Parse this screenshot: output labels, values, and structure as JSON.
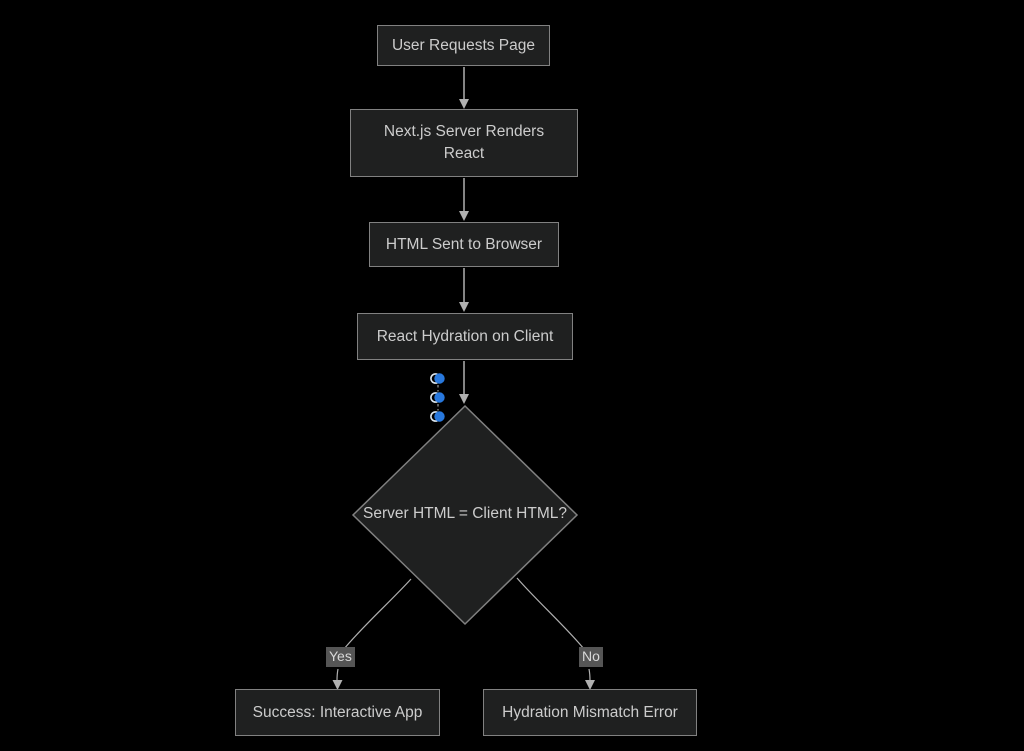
{
  "canvas": {
    "background": "#000000"
  },
  "flowchart": {
    "direction": "top-down",
    "nodes": [
      {
        "id": "user-requests-page",
        "shape": "rectangle",
        "label": "User Requests Page"
      },
      {
        "id": "nextjs-server-renders-react",
        "shape": "rectangle",
        "label": "Next.js Server Renders React",
        "lines": [
          "Next.js Server Renders",
          "React"
        ]
      },
      {
        "id": "html-sent-to-browser",
        "shape": "rectangle",
        "label": "HTML Sent to Browser"
      },
      {
        "id": "react-hydration-on-client",
        "shape": "rectangle",
        "label": "React Hydration on Client"
      },
      {
        "id": "server-html-equals-client-html",
        "shape": "diamond",
        "label": "Server HTML = Client HTML?"
      },
      {
        "id": "success-interactive-app",
        "shape": "rectangle",
        "label": "Success: Interactive App"
      },
      {
        "id": "hydration-mismatch-error",
        "shape": "rectangle",
        "label": "Hydration Mismatch Error"
      }
    ],
    "edges": [
      {
        "from": "user-requests-page",
        "to": "nextjs-server-renders-react",
        "label": ""
      },
      {
        "from": "nextjs-server-renders-react",
        "to": "html-sent-to-browser",
        "label": ""
      },
      {
        "from": "html-sent-to-browser",
        "to": "react-hydration-on-client",
        "label": ""
      },
      {
        "from": "react-hydration-on-client",
        "to": "server-html-equals-client-html",
        "label": ""
      },
      {
        "from": "server-html-equals-client-html",
        "to": "success-interactive-app",
        "label": "Yes"
      },
      {
        "from": "server-html-equals-client-html",
        "to": "hydration-mismatch-error",
        "label": "No"
      }
    ],
    "colors": {
      "background": "#000000",
      "node_fill": "#1f2020",
      "node_border": "#818181",
      "node_text": "#cccccc",
      "edge_line": "#b0b0b0",
      "edge_label_bg": "#555555",
      "edge_label_text": "#d9d9d9",
      "handle_blue": "#2878dd",
      "handle_ring": "#dde6ee"
    }
  },
  "selection_handles": {
    "count": 3,
    "style": "blue-dot-handle",
    "connector": "dashed"
  }
}
